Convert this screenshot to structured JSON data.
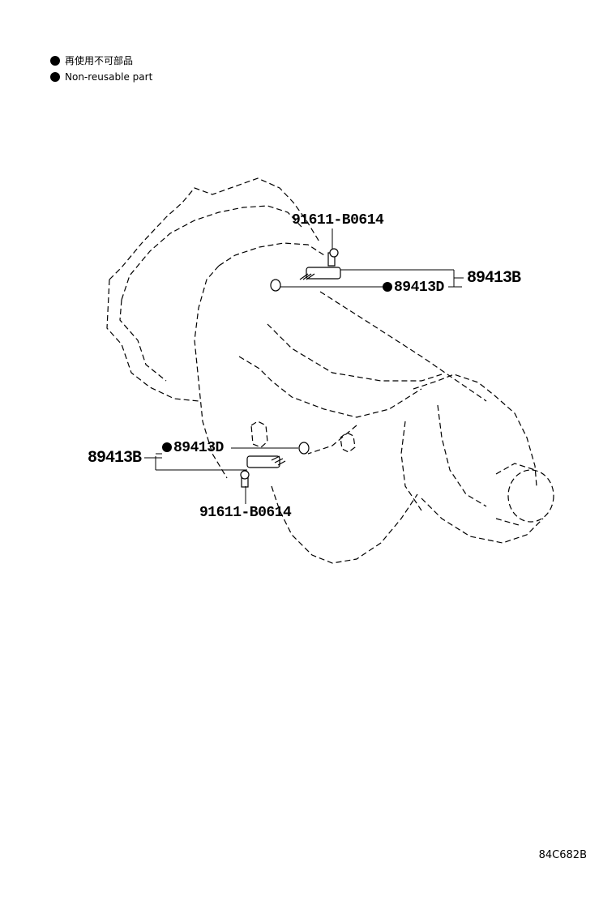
{
  "legend": [
    {
      "label": "再使用不可部品"
    },
    {
      "label": "Non-reusable part"
    }
  ],
  "callouts": {
    "top_bolt": "91611-B0614",
    "top_sensor": "89413B",
    "top_oring": "89413D",
    "bottom_sensor": "89413B",
    "bottom_oring": "89413D",
    "bottom_bolt": "91611-B0614"
  },
  "diagram_id": "84C682B",
  "colors": {
    "line": "#000000",
    "background": "#ffffff"
  }
}
